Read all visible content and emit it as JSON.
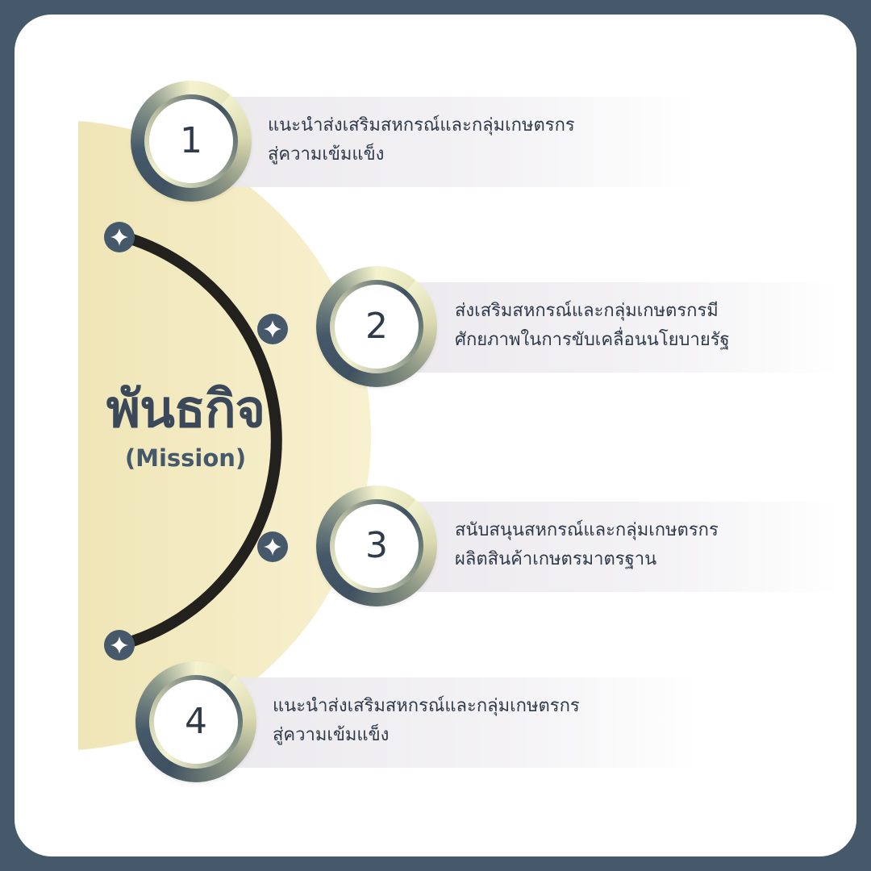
{
  "title": {
    "main": "พันธกิจ",
    "sub": "(Mission)"
  },
  "colors": {
    "frame": "#45596a",
    "sun": "#f5ecc2",
    "arc": "#22211d",
    "node": "#45596a",
    "text": "#2f3b4b"
  },
  "icons": {
    "arc_node": "four-point-sparkle-icon"
  },
  "missions": [
    {
      "number": "1",
      "lines": [
        "แนะนำส่งเสริมสหกรณ์และกลุ่มเกษตรกร",
        "สู่ความเข้มแข็ง"
      ]
    },
    {
      "number": "2",
      "lines": [
        "ส่งเสริมสหกรณ์และกลุ่มเกษตรกรมี",
        "ศักยภาพในการขับเคลื่อนนโยบายรัฐ"
      ]
    },
    {
      "number": "3",
      "lines": [
        "สนับสนุนสหกรณ์และกลุ่มเกษตรกร",
        "ผลิตสินค้าเกษตรมาตรฐาน"
      ]
    },
    {
      "number": "4",
      "lines": [
        "แนะนำส่งเสริมสหกรณ์และกลุ่มเกษตรกร",
        "สู่ความเข้มแข็ง"
      ]
    }
  ]
}
